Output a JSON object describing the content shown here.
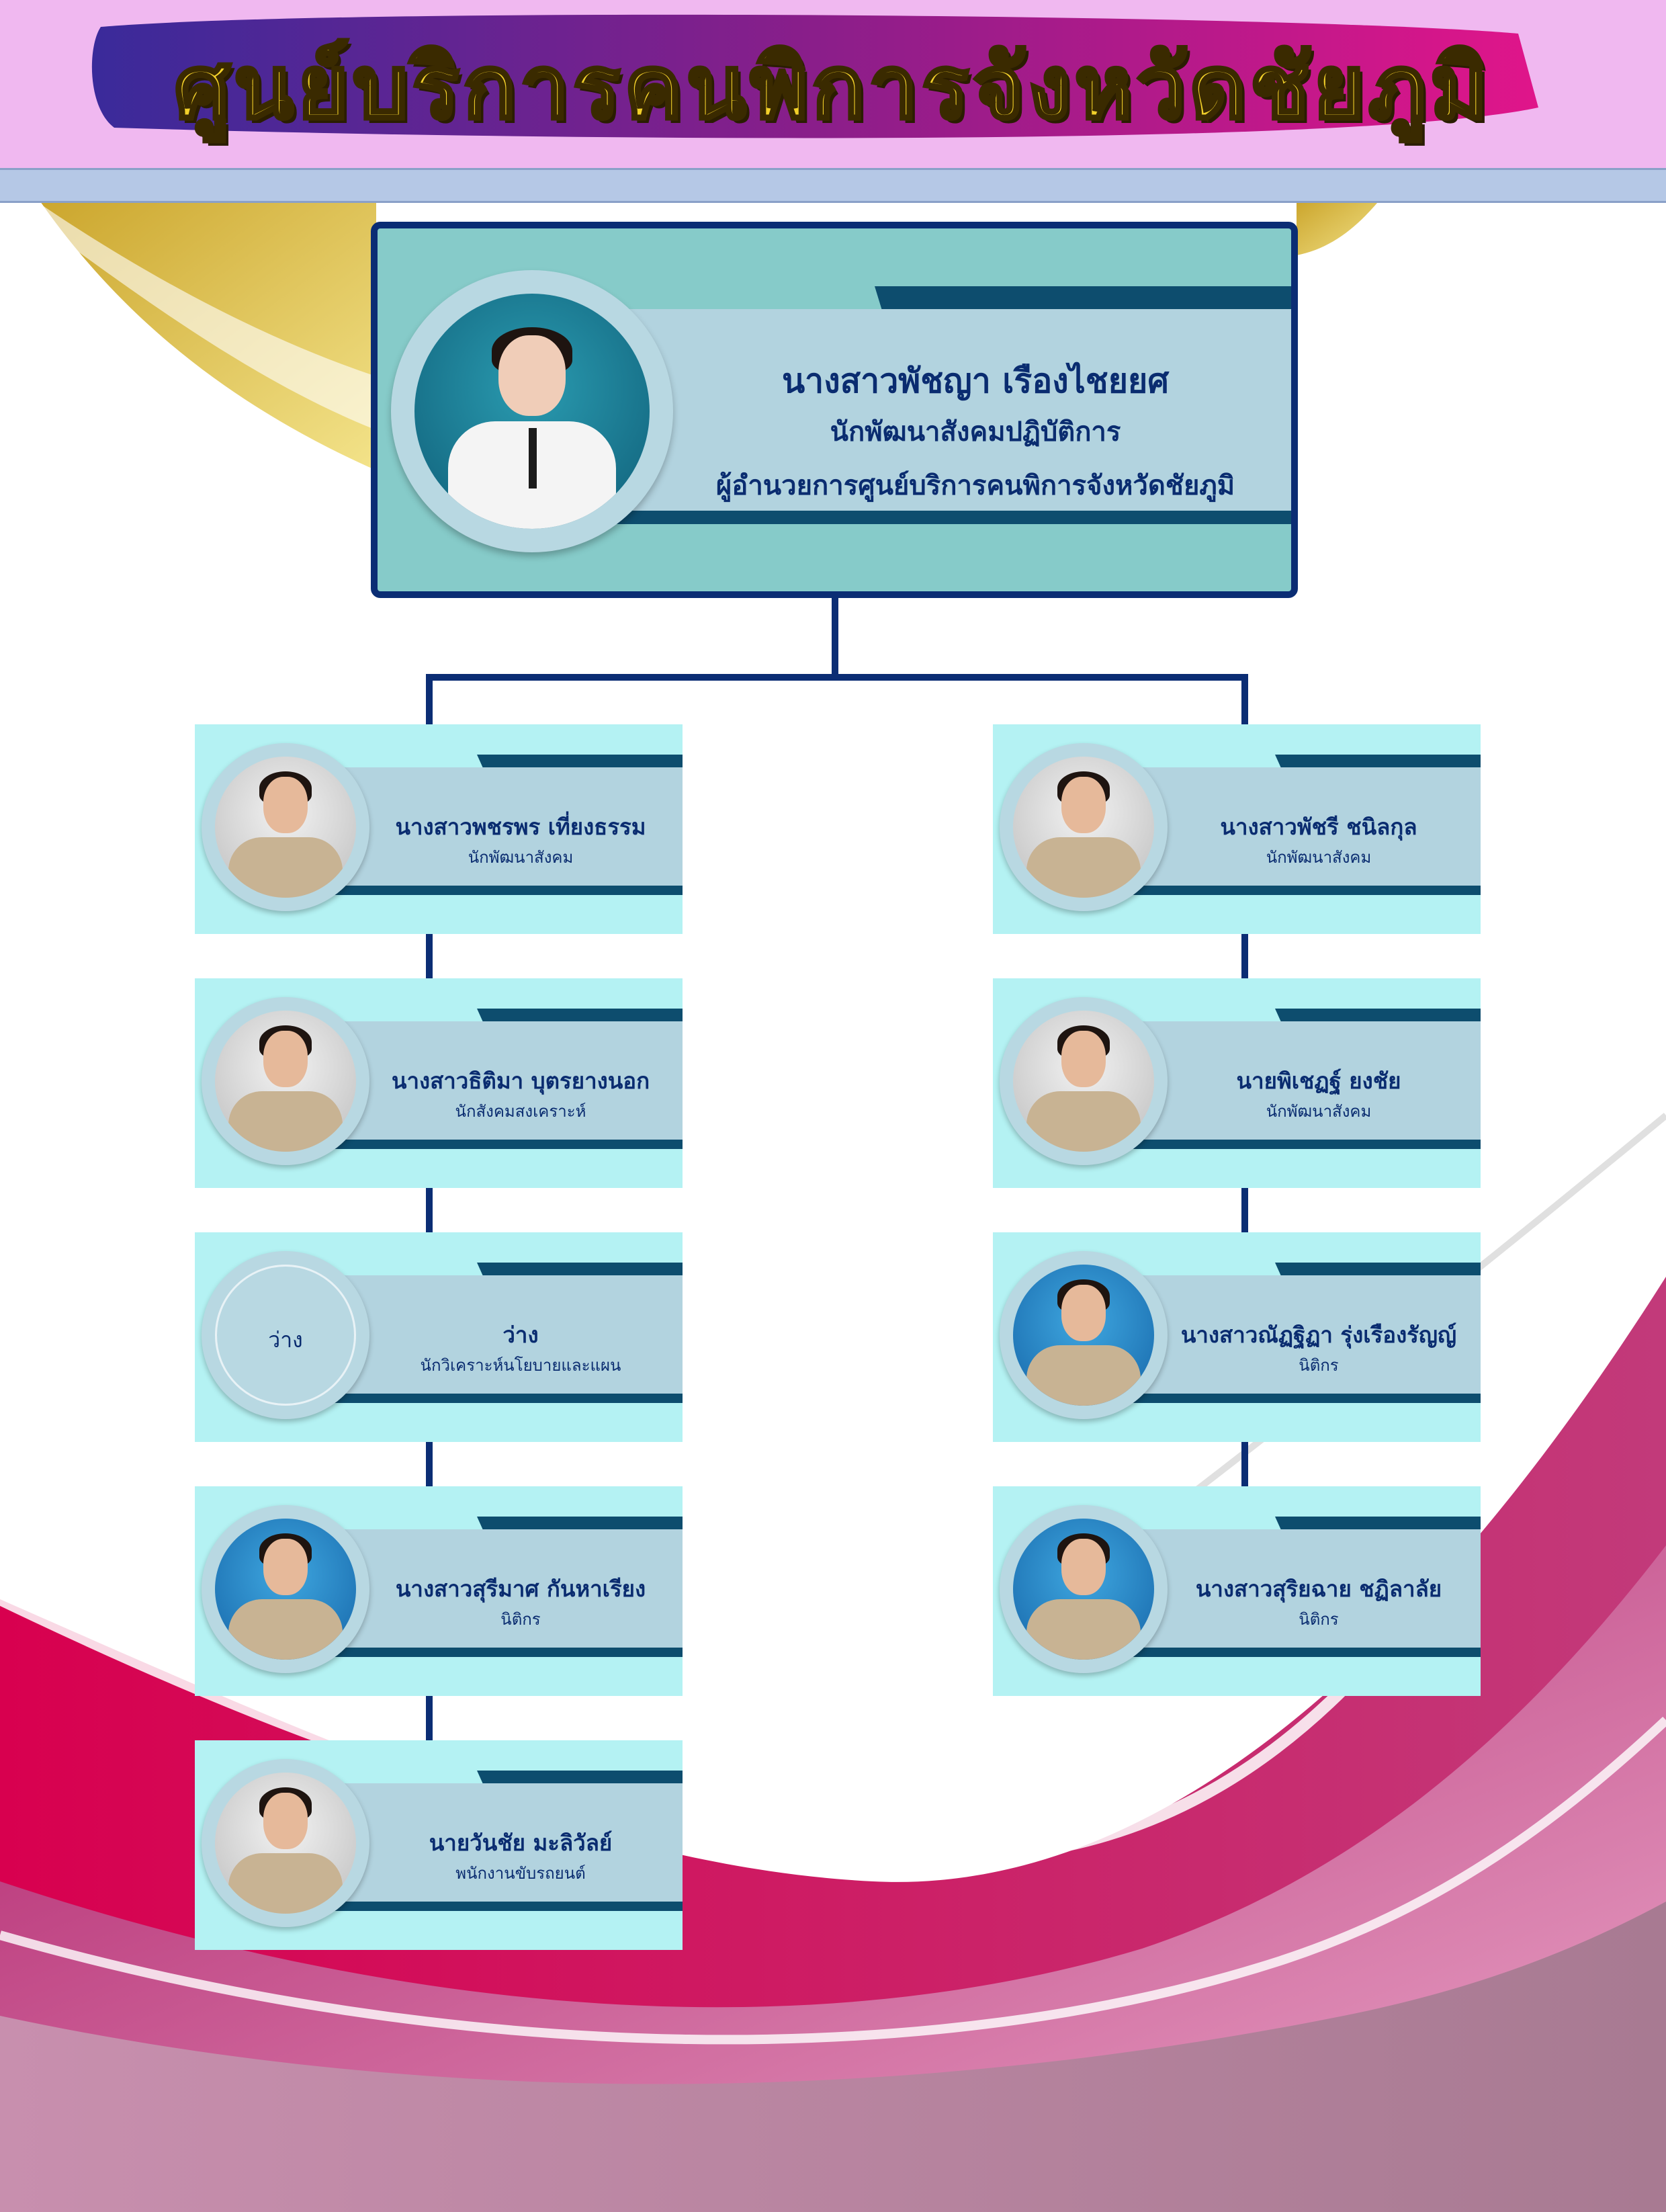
{
  "header": {
    "title": "ศูนย์บริการคนพิการจังหวัดชัยภูมิ"
  },
  "colors": {
    "navy": "#0b2d74",
    "teal_band": "#0d4d6e",
    "card_bg": "#b4f2f3",
    "panel_bg": "#b2d3df",
    "banner_bg": "#f0b8f0",
    "title_gold": "#f2d02a",
    "magenta": "#d4145a"
  },
  "director": {
    "name": "นางสาวพัชญา เรืองไชยยศ",
    "position": "นักพัฒนาสังคมปฏิบัติการ",
    "role": "ผู้อำนวยการศูนย์บริการคนพิการจังหวัดชัยภูมิ",
    "photo": "director-photo"
  },
  "staff_left": [
    {
      "name": "นางสาวพชรพร  เที่ยงธรรม",
      "position": "นักพัฒนาสังคม",
      "photo": "grey"
    },
    {
      "name": "นางสาวธิติมา  บุตรยางนอก",
      "position": "นักสังคมสงเคราะห์",
      "photo": "grey"
    },
    {
      "name": "ว่าง",
      "position": "นักวิเคราะห์นโยบายและแผน",
      "photo": "empty",
      "photo_label": "ว่าง"
    },
    {
      "name": "นางสาวสุรีมาศ กันหาเรียง",
      "position": "นิติกร",
      "photo": "blue"
    },
    {
      "name": "นายวันชัย  มะลิวัลย์",
      "position": "พนักงานขับรถยนต์",
      "photo": "grey"
    }
  ],
  "staff_right": [
    {
      "name": "นางสาวพัชรี  ชนิลกุล",
      "position": "นักพัฒนาสังคม",
      "photo": "grey"
    },
    {
      "name": "นายพิเชฏฐ์  ยงชัย",
      "position": "นักพัฒนาสังคม",
      "photo": "grey"
    },
    {
      "name": "นางสาวณัฏฐิฏา  รุ่งเรืองรัญญ์",
      "position": "นิติกร",
      "photo": "blue"
    },
    {
      "name": "นางสาวสุริยฉาย ชฏิลาลัย",
      "position": "นิติกร",
      "photo": "blue"
    }
  ]
}
